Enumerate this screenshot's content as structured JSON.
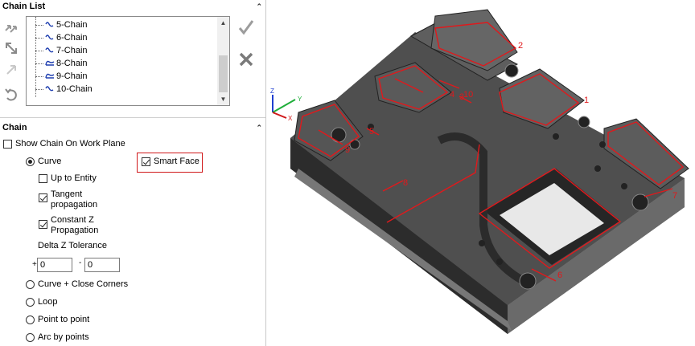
{
  "panel": {
    "chain_list_title": "Chain List",
    "chain_title": "Chain",
    "collapse_glyph": "⌃"
  },
  "chain_list": {
    "items": [
      "5-Chain",
      "6-Chain",
      "7-Chain",
      "8-Chain",
      "9-Chain",
      "10-Chain"
    ],
    "scroll_up": "▲",
    "scroll_down": "▼"
  },
  "chain_options": {
    "show_chain_on_work_plane": {
      "label": "Show Chain On Work Plane",
      "checked": false
    },
    "curve": {
      "label": "Curve",
      "selected": true
    },
    "smart_face": {
      "label": "Smart Face",
      "checked": true
    },
    "up_to_entity": {
      "label": "Up to Entity",
      "checked": false
    },
    "tangent_propagation": {
      "label_line1": "Tangent",
      "label_line2": "propagation",
      "checked": true
    },
    "constant_z_propagation": {
      "label_line1": "Constant Z",
      "label_line2": "Propagation",
      "checked": true
    },
    "delta_z_tolerance": {
      "label": "Delta Z Tolerance",
      "plus_sign": "+",
      "minus_sign": "-",
      "plus_value": "0",
      "minus_value": "0"
    },
    "curve_close_corners": {
      "label": "Curve + Close Corners",
      "selected": false
    },
    "loop": {
      "label": "Loop",
      "selected": false
    },
    "point_to_point": {
      "label": "Point to point",
      "selected": false
    },
    "arc_by_points": {
      "label": "Arc by points",
      "selected": false
    }
  },
  "viewport": {
    "axis_labels": {
      "x": "X",
      "y": "Y",
      "z": "Z"
    },
    "chain_numbers": [
      "1",
      "2",
      "3",
      "4",
      "5",
      "6",
      "7",
      "8",
      "9",
      "10"
    ],
    "colors": {
      "chain": "#e0191c",
      "part_top": "#5a5a5a",
      "part_dark": "#2f2f2f",
      "part_side": "#444444",
      "highlight": "#d0181a"
    }
  },
  "icons": [
    "move-up-icon",
    "move-down-icon",
    "split-chain-icon",
    "undo-icon",
    "accept-check-icon",
    "cancel-x-icon",
    "chain-glyph-icon",
    "triad-icon"
  ]
}
